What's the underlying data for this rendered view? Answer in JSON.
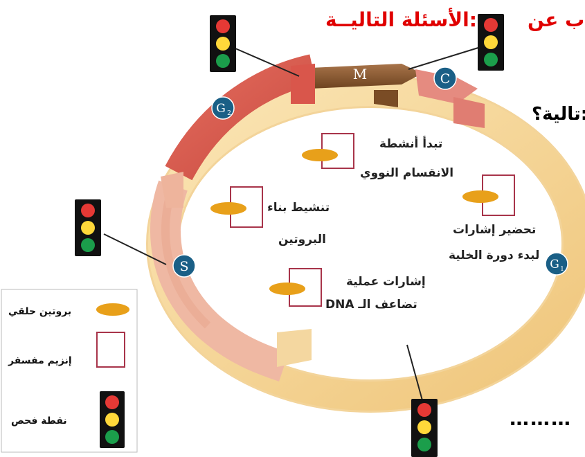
{
  "header": {
    "line1_left": "ب عن",
    "line1_right": "الأسئلة التاليــة:",
    "line2": "تالية؟:"
  },
  "phases": {
    "m": "M",
    "c": "C",
    "g2": "G",
    "g2_sub": "2",
    "s": "S",
    "g1": "G",
    "g1_sub": "1"
  },
  "cell_labels": {
    "nuclear_line1": "تبدأ أنشطة",
    "nuclear_line2": "الانقسام النووي",
    "protein_line1": "تنشيط بناء",
    "protein_line2": "البروتين",
    "signals_line1": "تحضير إشارات",
    "signals_line2": "لبدء دورة الخلية",
    "dna_line1": "إشارات عملية",
    "dna_line2": "تضاعف الـ DNA"
  },
  "legend": {
    "cyclin": "بروتين حلقي",
    "enzyme": "إنزيم مفسفر",
    "checkpoint": "نقطة فحص"
  },
  "answer_dots": "………",
  "colors": {
    "header_red": "#e00000",
    "m_phase": "#8b5a2b",
    "c_phase": "#e08a7e",
    "g2_phase": "#d9645a",
    "s_phase": "#f0b7a0",
    "g1_phase": "#f6dca0",
    "badge": "#1a5f86",
    "cyclin": "#e8a01a",
    "enzyme_box": "#a8344a"
  }
}
